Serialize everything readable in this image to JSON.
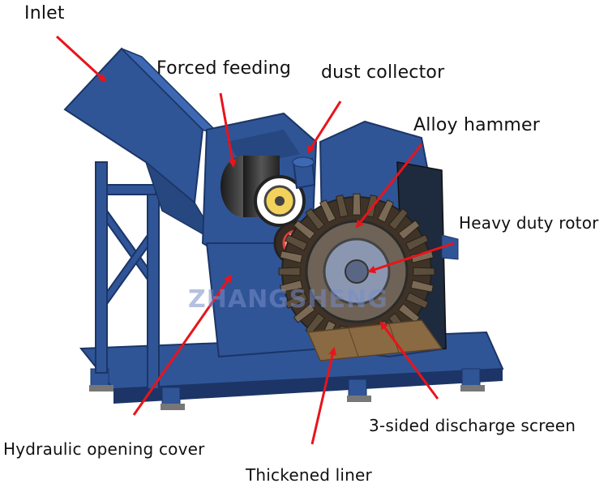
{
  "labels": {
    "inlet": "Inlet",
    "forced_feeding": "Forced feeding",
    "dust_collector": "dust collector",
    "alloy_hammer": "Alloy hammer",
    "heavy_duty_rotor": "Heavy duty rotor",
    "hydraulic_opening_cover": "Hydraulic opening cover",
    "thickened_liner": "Thickened liner",
    "discharge_screen": "3-sided discharge screen"
  },
  "watermark": "ZHANGSHENG",
  "colors": {
    "arrow": "#e8141b",
    "machine_blue": "#2f5597",
    "machine_dark": "#1c3566",
    "liner_brown": "#8a6a43"
  }
}
